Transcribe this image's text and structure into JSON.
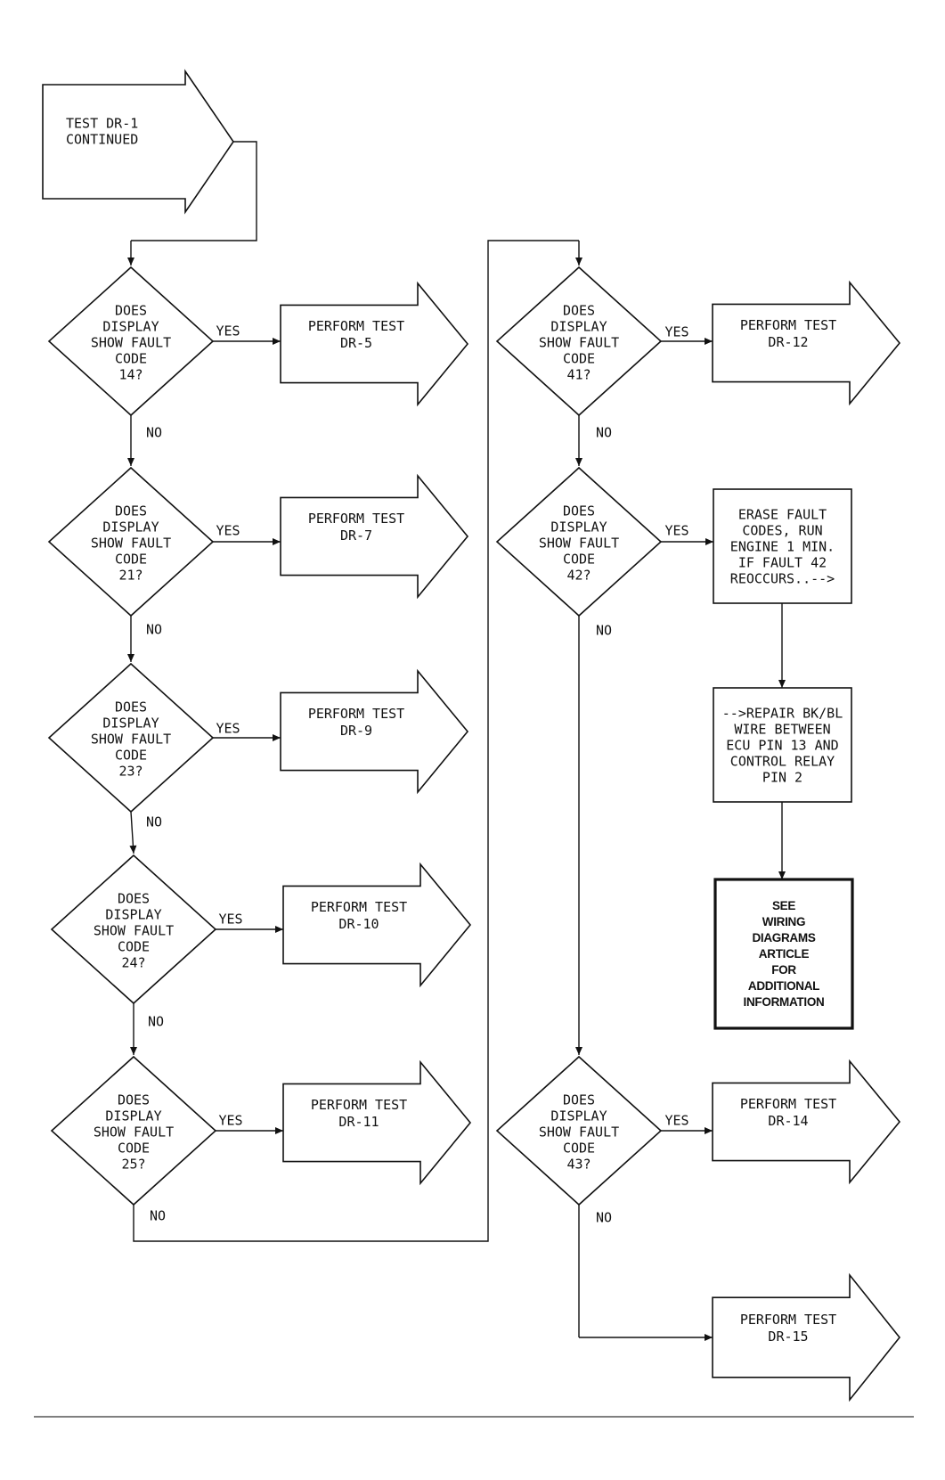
{
  "start": {
    "lines": [
      "TEST DR-1",
      "CONTINUED"
    ]
  },
  "decisions": [
    {
      "id": "d14",
      "lines": [
        "DOES",
        "DISPLAY",
        "SHOW FAULT",
        "CODE",
        "14?"
      ]
    },
    {
      "id": "d21",
      "lines": [
        "DOES",
        "DISPLAY",
        "SHOW FAULT",
        "CODE",
        "21?"
      ]
    },
    {
      "id": "d23",
      "lines": [
        "DOES",
        "DISPLAY",
        "SHOW FAULT",
        "CODE",
        "23?"
      ]
    },
    {
      "id": "d24",
      "lines": [
        "DOES",
        "DISPLAY",
        "SHOW FAULT",
        "CODE",
        "24?"
      ]
    },
    {
      "id": "d25",
      "lines": [
        "DOES",
        "DISPLAY",
        "SHOW FAULT",
        "CODE",
        "25?"
      ]
    },
    {
      "id": "d41",
      "lines": [
        "DOES",
        "DISPLAY",
        "SHOW FAULT",
        "CODE",
        "41?"
      ]
    },
    {
      "id": "d42",
      "lines": [
        "DOES",
        "DISPLAY",
        "SHOW FAULT",
        "CODE",
        "42?"
      ]
    },
    {
      "id": "d43",
      "lines": [
        "DOES",
        "DISPLAY",
        "SHOW FAULT",
        "CODE",
        "43?"
      ]
    }
  ],
  "actions": [
    {
      "id": "a5",
      "lines": [
        "PERFORM TEST",
        "DR-5"
      ]
    },
    {
      "id": "a7",
      "lines": [
        "PERFORM TEST",
        "DR-7"
      ]
    },
    {
      "id": "a9",
      "lines": [
        "PERFORM TEST",
        "DR-9"
      ]
    },
    {
      "id": "a10",
      "lines": [
        "PERFORM TEST",
        "DR-10"
      ]
    },
    {
      "id": "a11",
      "lines": [
        "PERFORM TEST",
        "DR-11"
      ]
    },
    {
      "id": "a12",
      "lines": [
        "PERFORM TEST",
        "DR-12"
      ]
    },
    {
      "id": "a14",
      "lines": [
        "PERFORM TEST",
        "DR-14"
      ]
    },
    {
      "id": "a15",
      "lines": [
        "PERFORM TEST",
        "DR-15"
      ]
    }
  ],
  "boxes": [
    {
      "id": "erase",
      "lines": [
        "ERASE FAULT",
        "CODES, RUN",
        "ENGINE 1 MIN.",
        "IF FAULT 42",
        "REOCCURS..-->"
      ]
    },
    {
      "id": "repair",
      "lines": [
        "-->REPAIR BK/BL",
        "WIRE BETWEEN",
        "ECU PIN 13 AND",
        "CONTROL RELAY",
        "PIN 2"
      ]
    },
    {
      "id": "see",
      "lines": [
        "SEE",
        "WIRING",
        "DIAGRAMS",
        "ARTICLE",
        "FOR",
        "ADDITIONAL",
        "INFORMATION"
      ]
    }
  ],
  "labels": {
    "yes": "YES",
    "no": "NO"
  }
}
